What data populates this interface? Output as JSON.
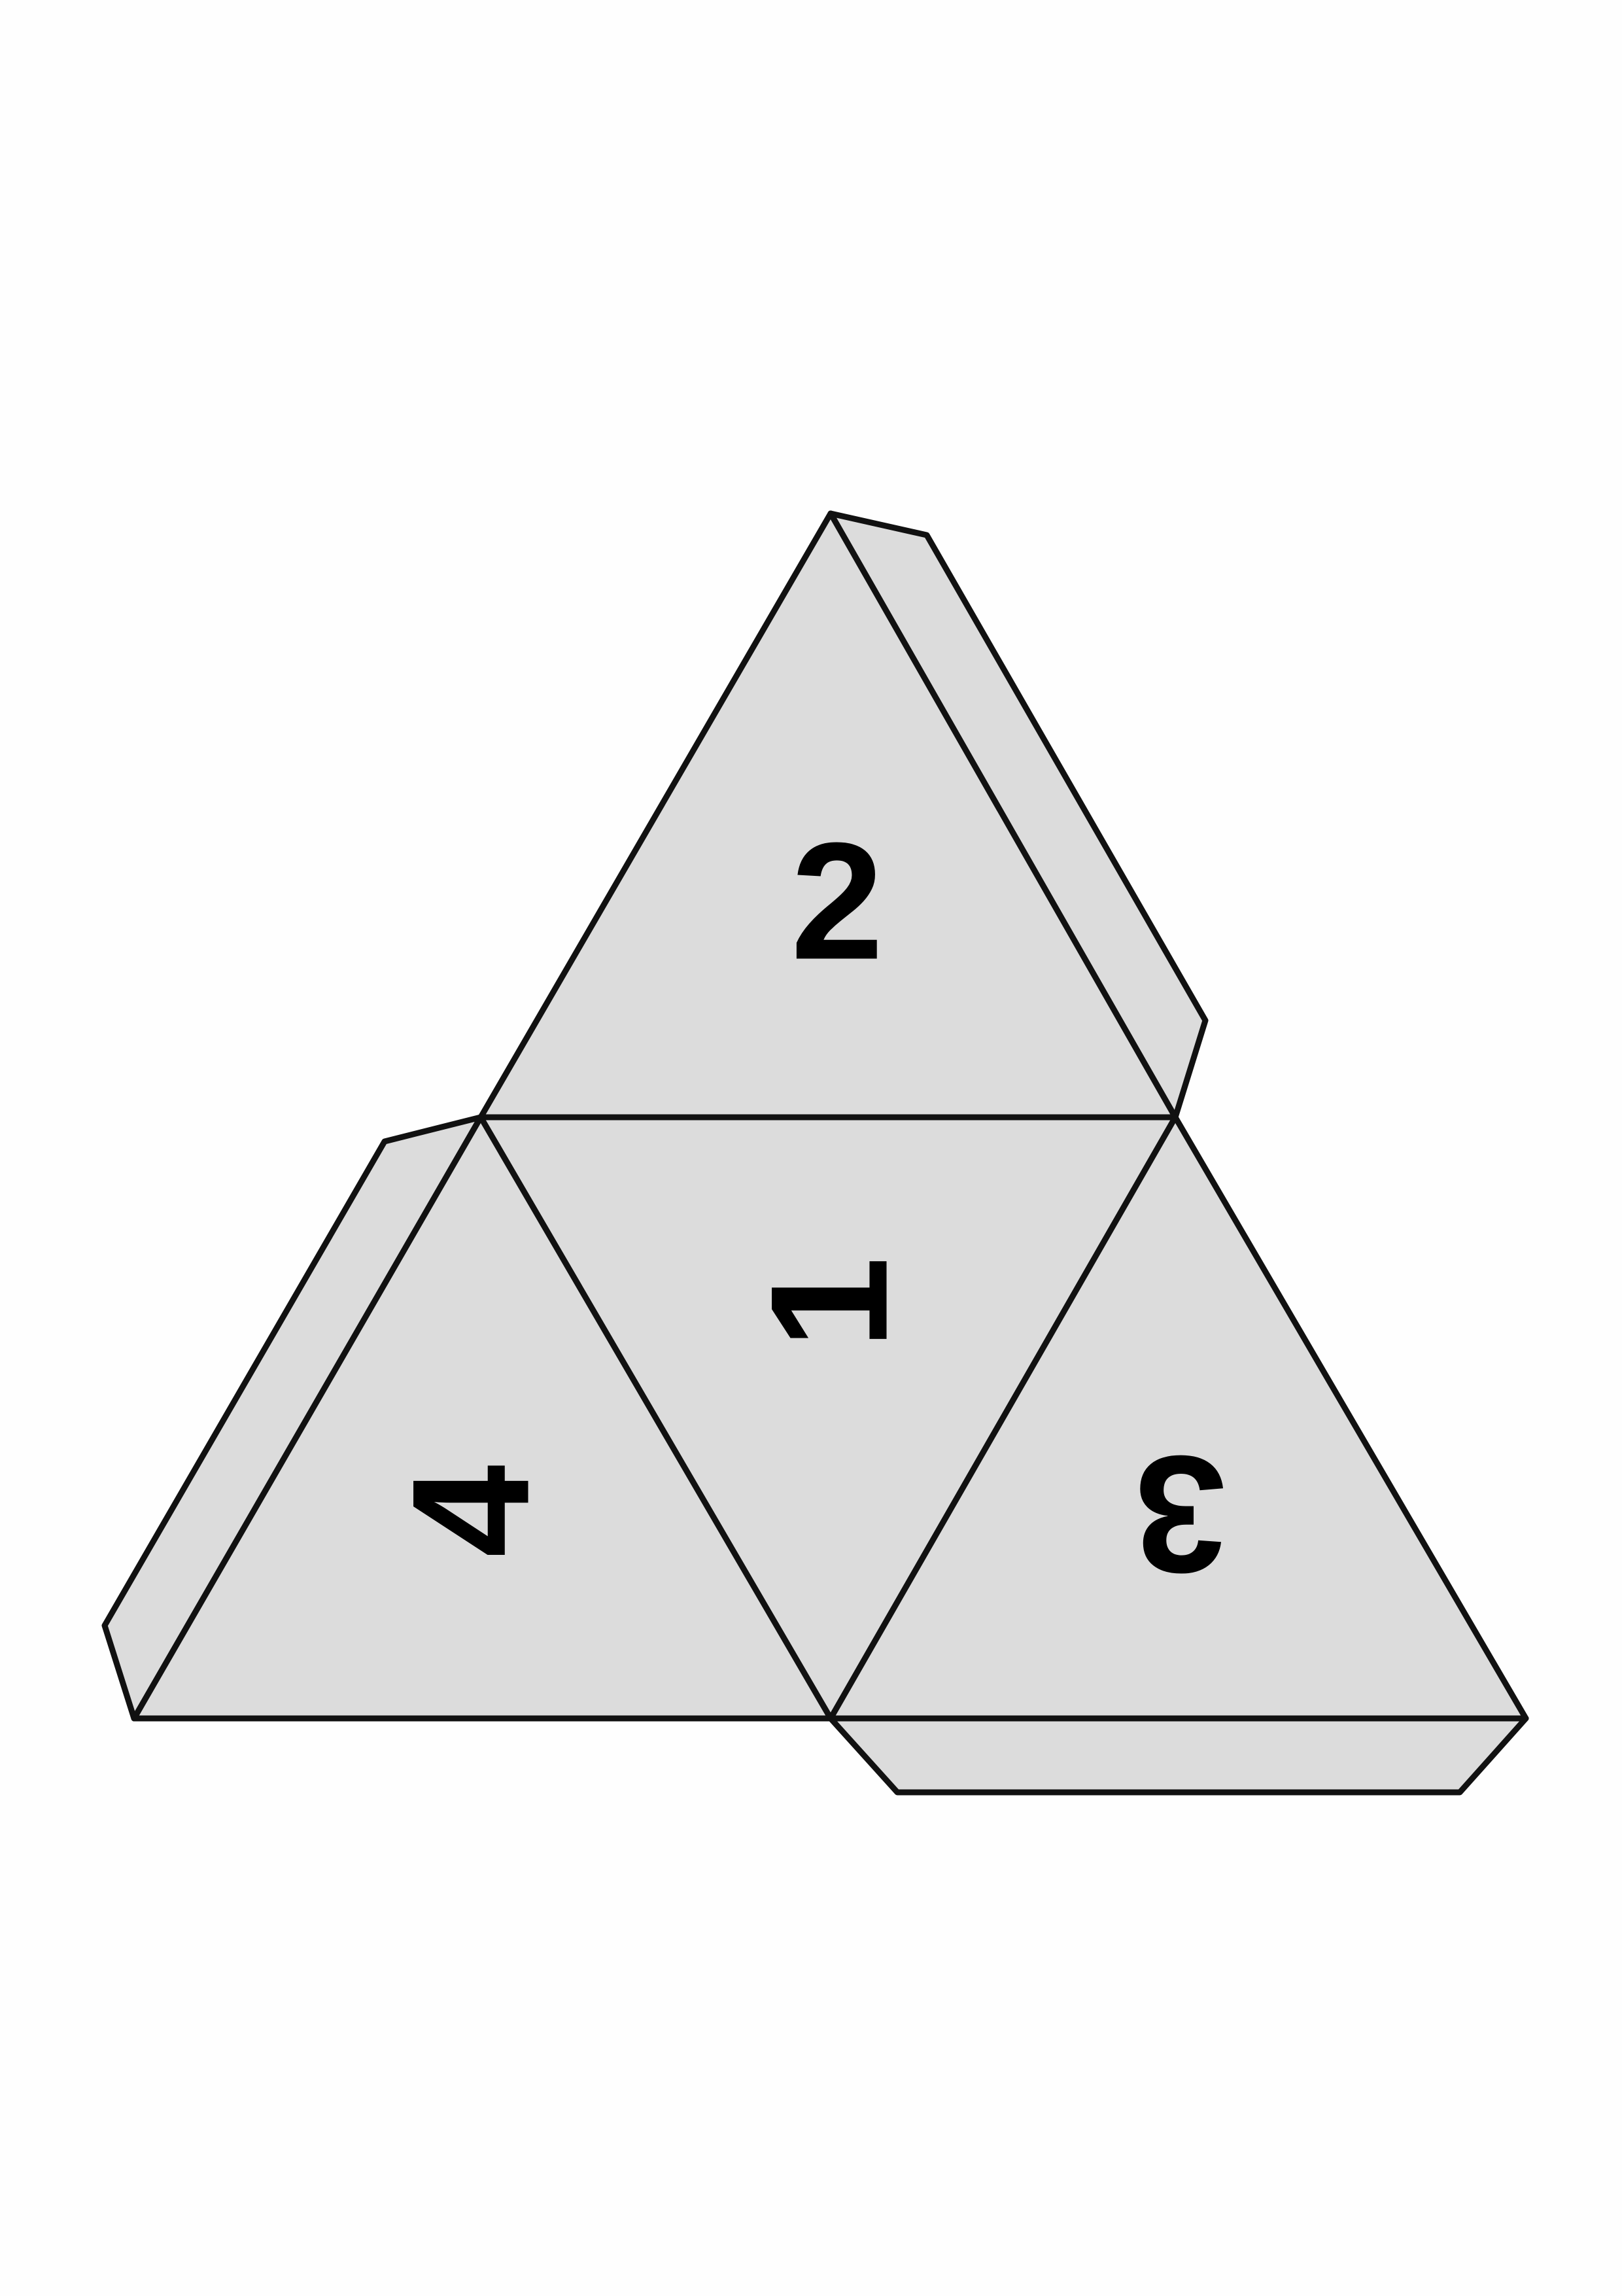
{
  "net": {
    "colors": {
      "face_fill": "#dcdcdc",
      "tab_fill": "#dcdcdc",
      "outline": "#111111",
      "label": "#000000",
      "background": "#fefefe"
    },
    "faces": [
      {
        "id": "face-2",
        "label": "2",
        "orientation": "upright"
      },
      {
        "id": "face-1",
        "label": "1",
        "orientation": "rotated"
      },
      {
        "id": "face-4",
        "label": "4",
        "orientation": "rotated"
      },
      {
        "id": "face-3",
        "label": "3",
        "orientation": "rotated"
      }
    ],
    "glue_tabs": 3
  }
}
